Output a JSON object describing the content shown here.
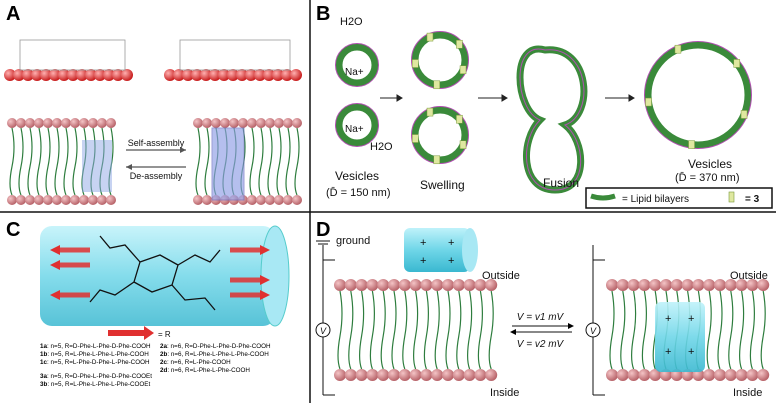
{
  "panels": {
    "a": {
      "label": "A",
      "arrow_top": "Self-assembly",
      "arrow_bottom": "De-assembly"
    },
    "b": {
      "label": "B",
      "water_top": "H2O",
      "water_bottom": "H2O",
      "ion_top": "Na+",
      "ion_bottom": "Na+",
      "stage1": "Vesicles",
      "stage1_size": "(D̄ = 150 nm)",
      "stage2": "Swelling",
      "stage3": "Fusion",
      "stage4": "Vesicles",
      "stage4_size": "(D̄ = 370 nm)",
      "legend_bilayer": "= Lipid bilayers",
      "legend_channel": "= 3"
    },
    "c": {
      "label": "C",
      "r_legend": "= R",
      "compounds": [
        {
          "id": "1a",
          "desc": ": n=5, R=D-Phe-L-Phe-D-Phe-COOH"
        },
        {
          "id": "1b",
          "desc": ": n=5, R=L-Phe-L-Phe-L-Phe-COOH"
        },
        {
          "id": "1c",
          "desc": ": n=5, R=L-Phe-D-Phe-L-Phe-COOH"
        },
        {
          "id": "3a",
          "desc": ": n=5, R=D-Phe-L-Phe-D-Phe-COOEt"
        },
        {
          "id": "3b",
          "desc": ": n=5, R=L-Phe-L-Phe-L-Phe-COOEt"
        },
        {
          "id": "2a",
          "desc": ": n=6, R=D-Phe-L-Phe-D-Phe-COOH"
        },
        {
          "id": "2b",
          "desc": ": n=6, R=L-Phe-L-Phe-L-Phe-COOH"
        },
        {
          "id": "2c",
          "desc": ": n=6, R=L-Phe-COOH"
        },
        {
          "id": "2d",
          "desc": ": n=6, R=L-Phe-L-Phe-COOH"
        }
      ]
    },
    "d": {
      "label": "D",
      "ground": "ground",
      "outside": "Outside",
      "inside": "Inside",
      "voltage_top": "V = v1 mV",
      "voltage_bottom": "V = v2 mV",
      "meter": "V"
    }
  },
  "colors": {
    "lipid_head": "#d98a8f",
    "lipid_tail": "#2e7d3e",
    "channel": "#5fd3e6",
    "arrow_red": "#e03030",
    "bilayer_purple": "#b04fb0",
    "bilayer_green": "#3a8a3a"
  }
}
